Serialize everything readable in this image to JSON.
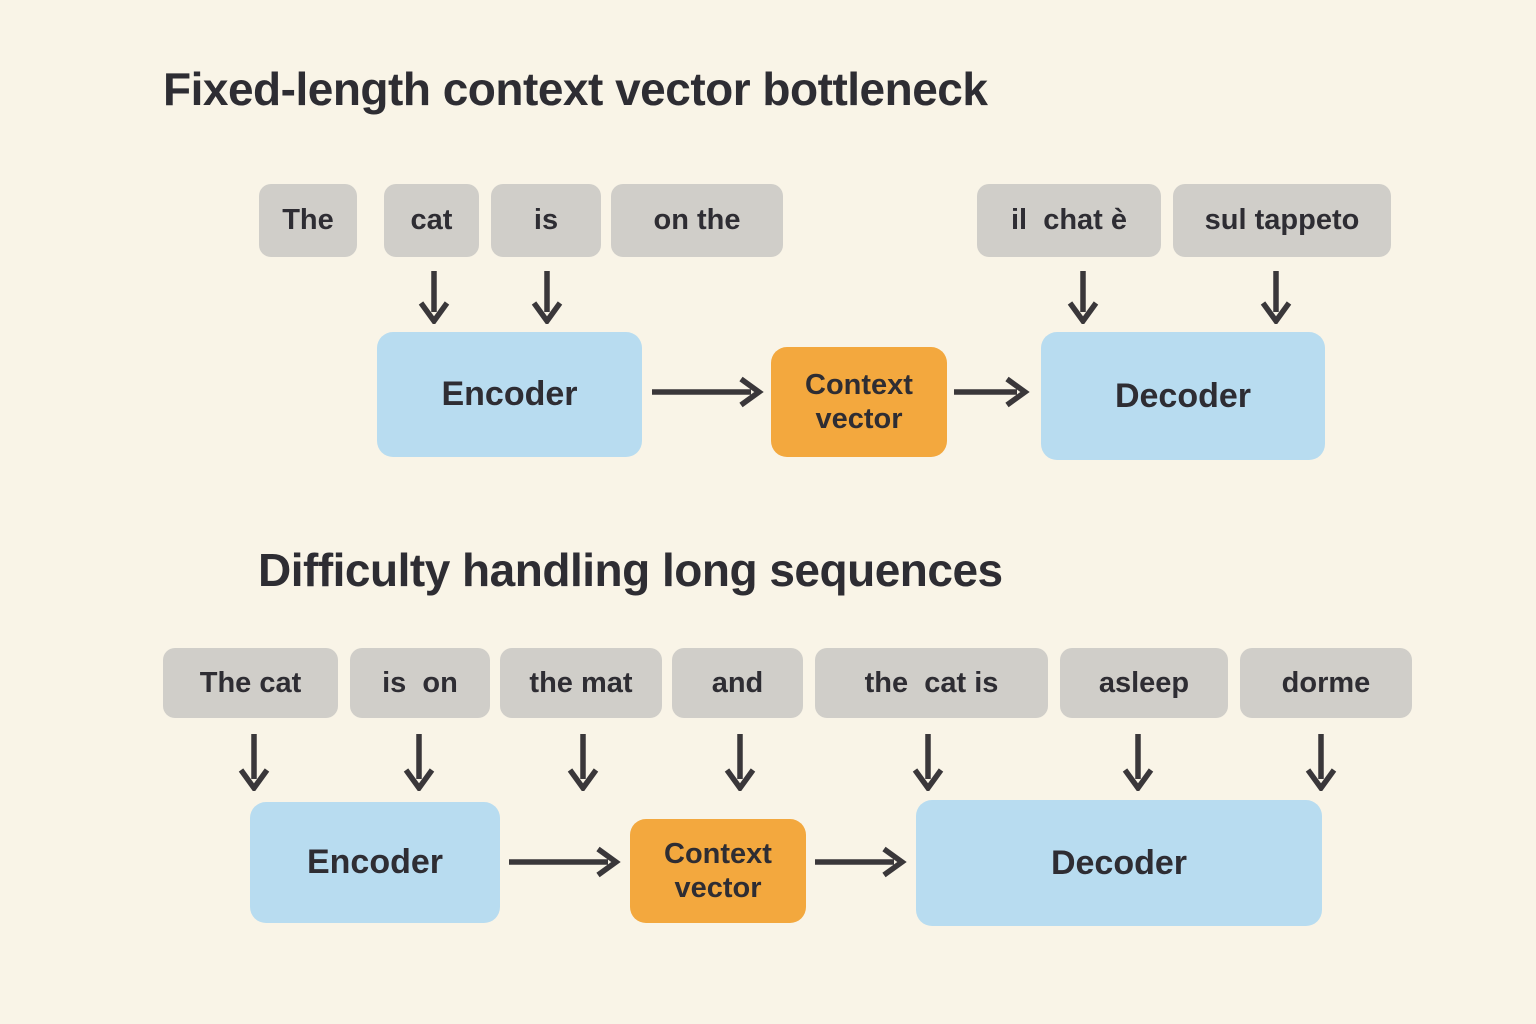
{
  "colors": {
    "background": "#f9f4e7",
    "token_bg": "#d0cec9",
    "box_blue": "#b8dcf0",
    "box_orange": "#f3a83e",
    "text_dark": "#2e2d33",
    "arrow": "#3a373a"
  },
  "section_top": {
    "title": "Fixed-length context vector bottleneck",
    "source_tokens": [
      "The",
      "cat",
      "is",
      "on the"
    ],
    "target_tokens": [
      "il  chat è",
      "sul tappeto"
    ],
    "encoder_label": "Encoder",
    "context_label": "Context vector",
    "decoder_label": "Decoder"
  },
  "section_bottom": {
    "title": "Difficulty handling long sequences",
    "tokens": [
      "The cat",
      "is  on",
      "the mat",
      "and",
      "the  cat is",
      "asleep",
      "dorme"
    ],
    "encoder_label": "Encoder",
    "context_label": "Context vector",
    "decoder_label": "Decoder"
  }
}
